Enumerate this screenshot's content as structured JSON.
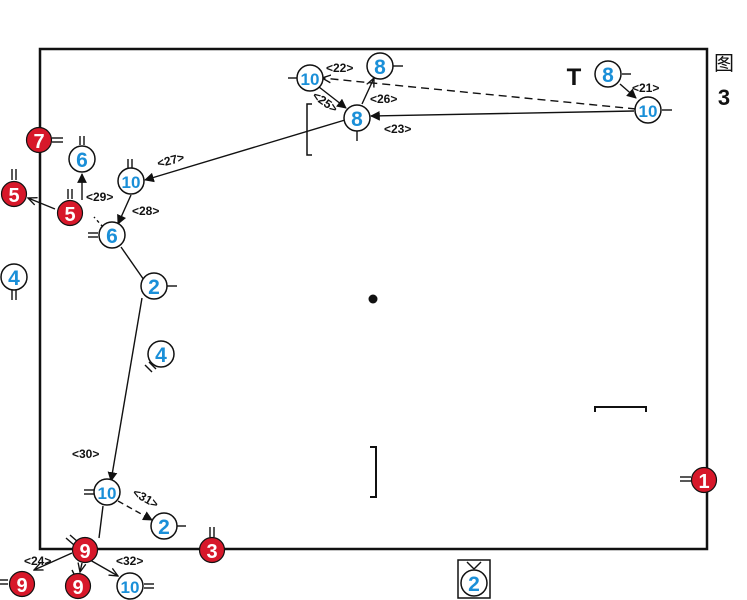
{
  "figure": {
    "caption_char": "图",
    "caption_num": "3"
  },
  "colors": {
    "blue_number": "#1a8fd8",
    "red_fill": "#d7182a",
    "stroke": "#111111"
  },
  "coach_mark": "T",
  "players": {
    "red_1": "1",
    "red_3": "3",
    "red_5a": "5",
    "red_5b": "5",
    "red_7": "7",
    "red_9a": "9",
    "red_9b": "9",
    "red_9c": "9",
    "blue_8_top": "8",
    "blue_10_top": "10",
    "blue_8_mid": "8",
    "blue_8_right": "8",
    "blue_10_right": "10",
    "blue_6_top": "6",
    "blue_10_left": "10",
    "blue_6_mid": "6",
    "blue_4_edge": "4",
    "blue_2_mid": "2",
    "blue_4_field": "4",
    "blue_10_bottom": "10",
    "blue_2_bottom": "2",
    "blue_10_lower": "10",
    "blue_2_goal": "2"
  },
  "pass_labels": {
    "p21": "<21>",
    "p22": "<22>",
    "p23": "<23>",
    "p24": "<24>",
    "p25": "<25>",
    "p26": "<26>",
    "p27": "<27>",
    "p28": "<28>",
    "p29": "<29>",
    "p30": "<30>",
    "p31": "<31>",
    "p32": "<32>"
  }
}
